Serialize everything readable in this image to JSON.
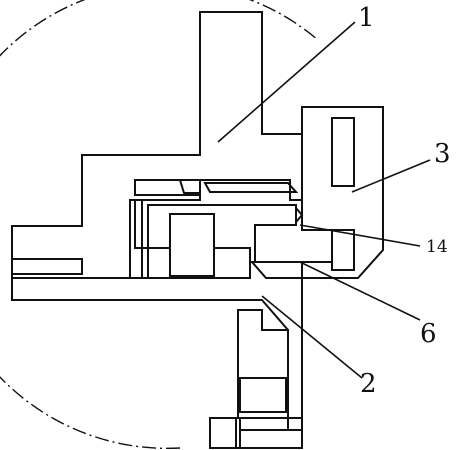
{
  "figure": {
    "kind": "mechanical cross-section detail (patent drawing)",
    "colors": {
      "ink": "#111111",
      "background": "#ffffff"
    },
    "labels": {
      "part_1": "1",
      "part_3": "3",
      "part_14": "14",
      "part_6": "6",
      "part_2": "2"
    }
  }
}
